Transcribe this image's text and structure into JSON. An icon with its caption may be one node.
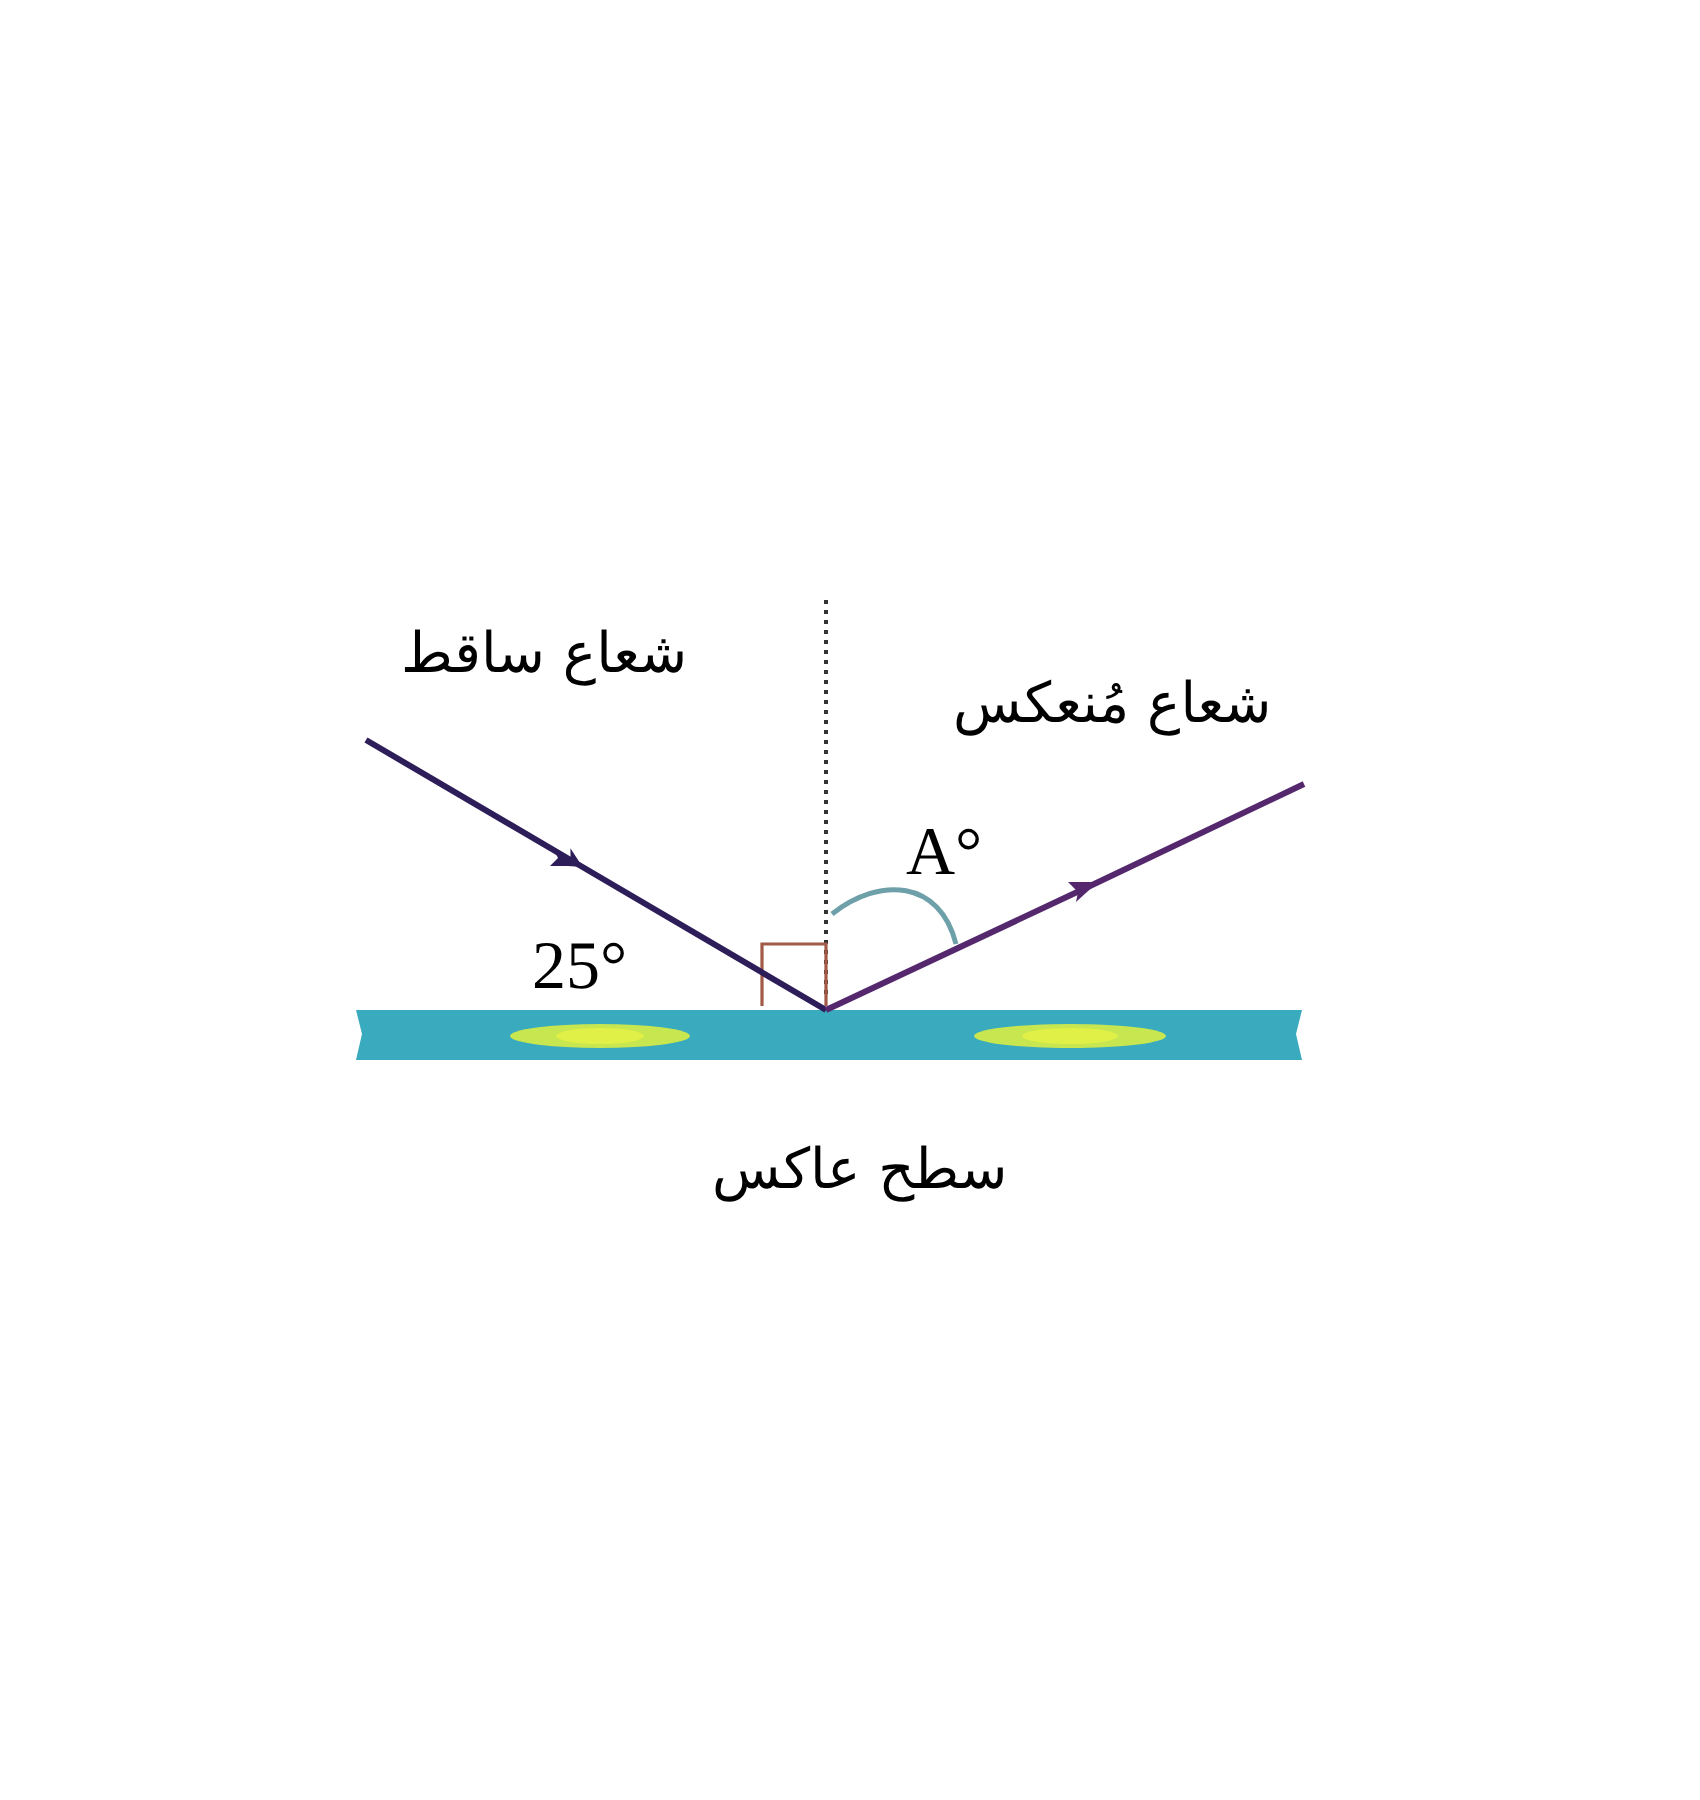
{
  "diagram": {
    "labels": [
      "شعاع ساقط",
      "شعاع مُنعكس",
      "A°",
      "25°",
      "سطح عاكس"
    ]
  }
}
